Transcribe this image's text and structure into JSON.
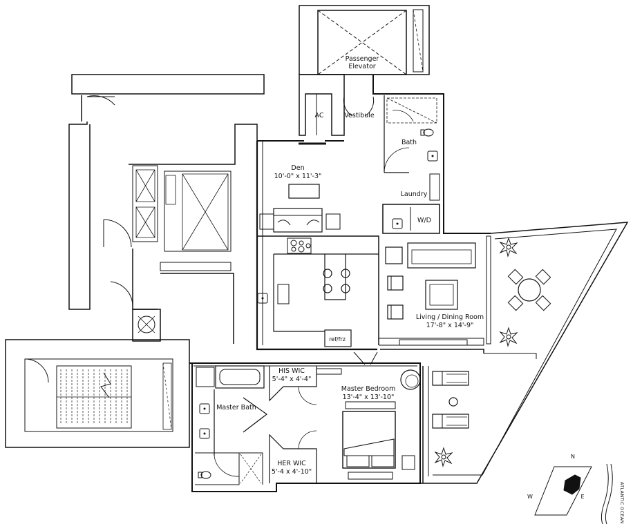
{
  "rooms": {
    "elevator": {
      "line1": "Passenger",
      "line2": "Elevator"
    },
    "ac": "AC",
    "vestibule": "Vestibule",
    "bath": "Bath",
    "den": {
      "name": "Den",
      "size": "10'-0\" x 11'-3\""
    },
    "laundry": "Laundry",
    "wd": "W/D",
    "living": {
      "name": "Living / Dining Room",
      "size": "17'-8\" x 14'-9\""
    },
    "ref": "ref/frz",
    "his_wic": {
      "name": "HIS WIC",
      "size": "5'-4\" x 4'-4\""
    },
    "master_bedroom": {
      "name": "Master Bedroom",
      "size": "13'-4\" x 13'-10\""
    },
    "master_bath": "Master Bath",
    "her_wic": {
      "name": "HER WIC",
      "size": "5'-4 x 4'-10\""
    }
  },
  "key_map": {
    "n": "N",
    "w": "W",
    "e": "E",
    "ocean": "ATLANTIC OCEAN"
  }
}
